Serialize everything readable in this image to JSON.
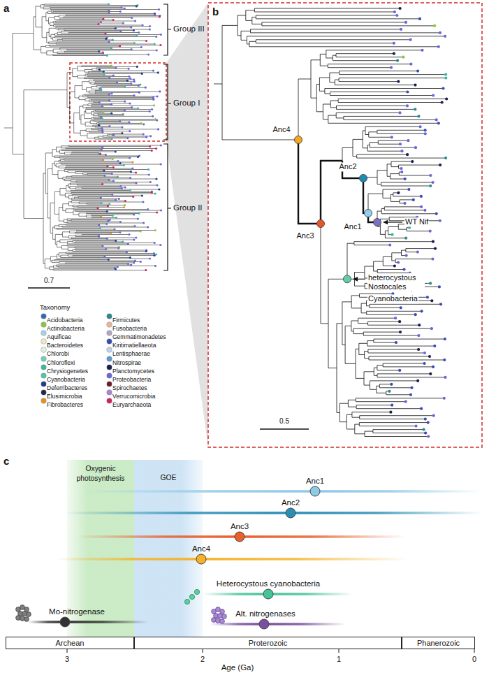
{
  "diagram": {
    "nodes": [
      {
        "text": [
          "Oxygenic photosynthesis"
        ]
      },
      {
        "text": [
          "GOE"
        ]
      },
      {
        "text": [
          "Archean"
        ]
      },
      {
        "text": [
          "Proterozoic"
        ]
      },
      {
        "text": [
          "Phanerozoic"
        ]
      }
    ],
    "labels": [
      "a",
      "Group III",
      "Group I",
      "Group II",
      "0.7",
      "Taxonomy",
      "b",
      "Anc4",
      "Anc3",
      "Anc2",
      "Anc1",
      "WT Nif",
      "heterocystous Nostocales",
      "Cyanobacteria",
      "0.5",
      "c",
      "Anc1",
      "Anc2",
      "Anc3",
      "Anc4",
      "Heterocystous cyanobacteria",
      "Mo-nitrogenase",
      "Alt. nitrogenases",
      "3",
      "2",
      "1",
      "0",
      "Age (Ga)"
    ],
    "legend": [
      {
        "text": "Acidobacteria",
        "color": "#2f6db5"
      },
      {
        "text": "Actinobacteria",
        "color": "#8cc63f"
      },
      {
        "text": "Aquificae",
        "color": "#9fd3ea"
      },
      {
        "text": "Bacteroidetes",
        "color": "#efe6c8"
      },
      {
        "text": "Chlorobi",
        "color": "#dcefe0"
      },
      {
        "text": "Chloroflexi",
        "color": "#6fd0b8"
      },
      {
        "text": "Chrysiogenetes",
        "color": "#3cb8a0"
      },
      {
        "text": "Cyanobacteria",
        "color": "#4cc6a6"
      },
      {
        "text": "Deferribacteres",
        "color": "#1f3d8f"
      },
      {
        "text": "Elusimicrobia",
        "color": "#1e2d4f"
      },
      {
        "text": "Fibrobacteres",
        "color": "#e8901f"
      },
      {
        "text": "Firmicutes",
        "color": "#2b8a8e"
      },
      {
        "text": "Fusobacteria",
        "color": "#eab596"
      },
      {
        "text": "Gemmatimonadetes",
        "color": "#b4a4bf"
      },
      {
        "text": "Kiritimatiellaeota",
        "color": "#3c4bb4"
      },
      {
        "text": "Lentisphaerae",
        "color": "#c0d0ee"
      },
      {
        "text": "Nitrospirae",
        "color": "#5d9ad6"
      },
      {
        "text": "Planctomycetes",
        "color": "#1b1f4d"
      },
      {
        "text": "Proteobacteria",
        "color": "#6a67d8"
      },
      {
        "text": "Spirochaetes",
        "color": "#6b1d2e"
      },
      {
        "text": "Verrucomicrobia",
        "color": "#a586d0"
      },
      {
        "text": "Euryarchaeota",
        "color": "#d81e5b"
      }
    ]
  }
}
